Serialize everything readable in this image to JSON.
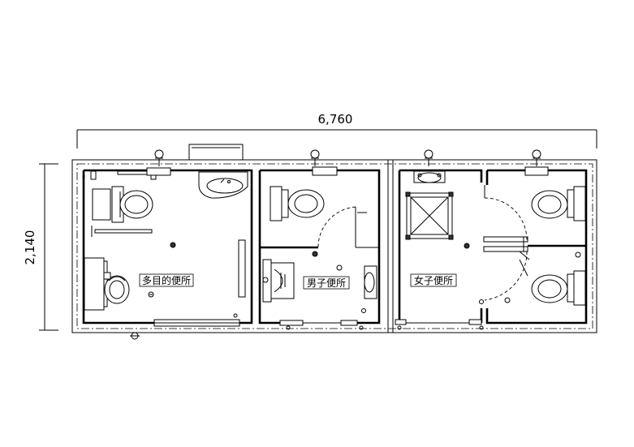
{
  "drawing": {
    "dim_width": "6,760",
    "dim_height": "2,140"
  },
  "rooms": {
    "multi": {
      "label": "多目的便所"
    },
    "men": {
      "label": "男子便所"
    },
    "women": {
      "label": "女子便所"
    }
  }
}
